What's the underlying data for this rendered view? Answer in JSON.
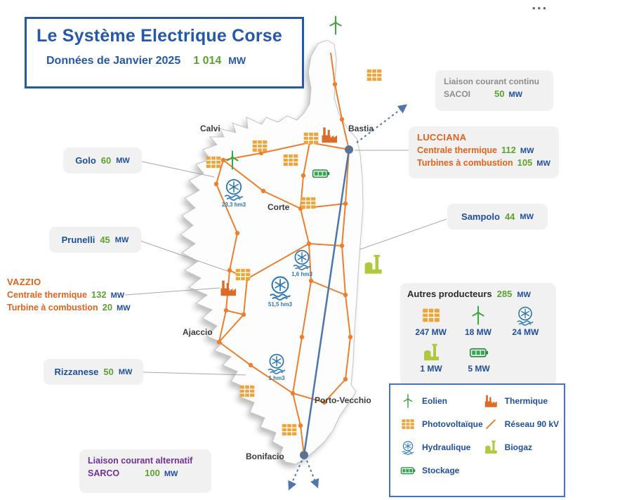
{
  "window": {
    "menu_dots": "•••"
  },
  "header": {
    "title": "Le Système Electrique Corse",
    "subtitle": "Données de Janvier 2025",
    "total_value": "1 014",
    "total_unit": "MW"
  },
  "cities": [
    {
      "name": "Calvi"
    },
    {
      "name": "Bastia"
    },
    {
      "name": "Corte"
    },
    {
      "name": "Ajaccio"
    },
    {
      "name": "Porto-Vecchio"
    },
    {
      "name": "Bonifacio"
    }
  ],
  "callouts": {
    "sacoi": {
      "line1": "Liaison courant continu",
      "name": "SACOI",
      "value": "50",
      "unit": "MW"
    },
    "lucciana": {
      "title": "LUCCIANA",
      "row1_label": "Centrale thermique",
      "row1_value": "112",
      "row1_unit": "MW",
      "row2_label": "Turbines à combustion",
      "row2_value": "105",
      "row2_unit": "MW"
    },
    "golo": {
      "label": "Golo",
      "value": "60",
      "unit": "MW"
    },
    "sampolo": {
      "label": "Sampolo",
      "value": "44",
      "unit": "MW"
    },
    "prunelli": {
      "label": "Prunelli",
      "value": "45",
      "unit": "MW"
    },
    "vazzio": {
      "title": "VAZZIO",
      "row1_label": "Centrale thermique",
      "row1_value": "132",
      "row1_unit": "MW",
      "row2_label": "Turbine à combustion",
      "row2_value": "20",
      "row2_unit": "MW"
    },
    "rizzanese": {
      "label": "Rizzanese",
      "value": "50",
      "unit": "MW"
    },
    "sarco": {
      "line1": "Liaison courant alternatif",
      "name": "SARCO",
      "value": "100",
      "unit": "MW"
    }
  },
  "autres_producteurs": {
    "title": "Autres producteurs",
    "value": "285",
    "unit": "MW",
    "pv": "247 MW",
    "eolien": "18 MW",
    "hydraulique": "24 MW",
    "biogaz": "1 MW",
    "stockage": "5 MW"
  },
  "reservoirs": [
    {
      "label": "23,3 hm3"
    },
    {
      "label": "1,6 hm3"
    },
    {
      "label": "51,5 hm3"
    },
    {
      "label": "1 hm3"
    }
  ],
  "legend": {
    "eolien": "Eolien",
    "photovoltaique": "Photovoltaïque",
    "hydraulique": "Hydraulique",
    "stockage": "Stockage",
    "thermique": "Thermique",
    "reseau": "Réseau 90 kV",
    "biogaz": "Biogaz"
  },
  "colors": {
    "accent_blue": "#2458A8",
    "value_green": "#5EA232",
    "network_orange": "#EC7F2E",
    "dc_link_blue": "#4C76AD",
    "purple": "#7030A0"
  }
}
